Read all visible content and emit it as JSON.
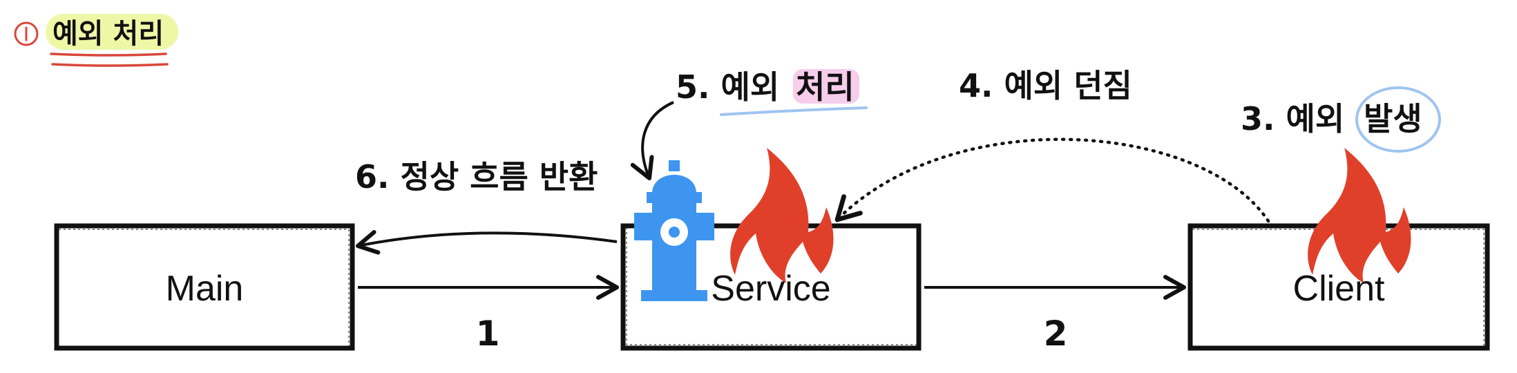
{
  "header": {
    "step_marker": "①",
    "title": "예외 처리"
  },
  "boxes": {
    "main": "Main",
    "service": "Service",
    "client": "Client"
  },
  "edge_labels": {
    "call_1": "1",
    "call_2": "2"
  },
  "annotations": {
    "step3_prefix": "3. 예외",
    "step3_highlight": "발생",
    "step4": "4. 예외 던짐",
    "step5_prefix": "5. 예외",
    "step5_highlight": "처리",
    "step6": "6. 정상 흐름 반환"
  },
  "icons": {
    "exception_icon": "fire-icon",
    "handler_icon": "fire-hydrant-icon"
  },
  "colors": {
    "fire": "#e0402a",
    "hydrant": "#3d95f0",
    "title_highlight": "#eef7a6",
    "title_underline": "#d9473a",
    "marker": "#d9473a",
    "step5_highlight": "#f6cdea",
    "step5_underline": "#9fc4f0",
    "step3_circle": "#9fc4f0"
  }
}
